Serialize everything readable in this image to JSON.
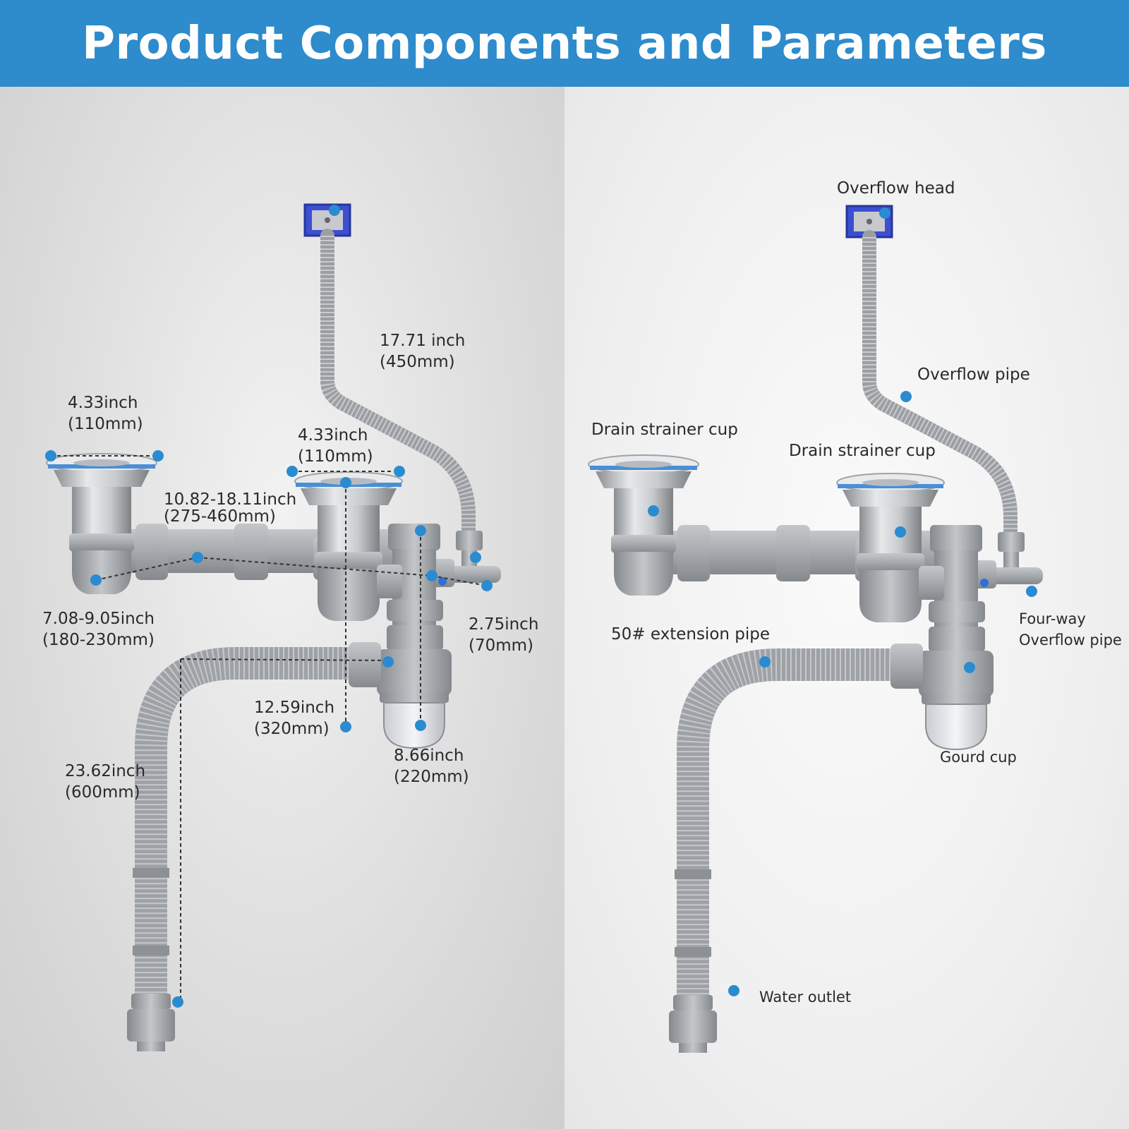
{
  "header": {
    "title": "Product Components and Parameters"
  },
  "dimensions": {
    "overflow_pipe": {
      "line1": "17.71 inch",
      "line2": "(450mm)"
    },
    "left_strainer": {
      "line1": "4.33inch",
      "line2": "(110mm)"
    },
    "right_strainer": {
      "line1": "4.33inch",
      "line2": "(110mm)"
    },
    "strainer_spacing": {
      "line1": "10.82-18.11inch",
      "line2": "(275-460mm)"
    },
    "left_elbow": {
      "line1": "7.08-9.05inch",
      "line2": "(180-230mm)"
    },
    "overflow_connector": {
      "line1": "2.75inch",
      "line2": "(70mm)"
    },
    "height": {
      "line1": "12.59inch",
      "line2": "(320mm)"
    },
    "gourd_width": {
      "line1": "8.66inch",
      "line2": "(220mm)"
    },
    "outlet_hose": {
      "line1": "23.62inch",
      "line2": "(600mm)"
    }
  },
  "components": {
    "overflow_head": "Overflow head",
    "overflow_pipe": "Overflow pipe",
    "drain_strainer_left": "Drain strainer cup",
    "drain_strainer_right": "Drain strainer cup",
    "extension_pipe": "50# extension pipe",
    "four_way_line1": "Four-way",
    "four_way_line2": "Overflow pipe",
    "gourd_cup": "Gourd cup",
    "water_outlet": "Water outlet"
  },
  "colors": {
    "banner": "#2e8bcc",
    "marker": "#2a8bd0",
    "pipe": "#a4a7ab"
  }
}
